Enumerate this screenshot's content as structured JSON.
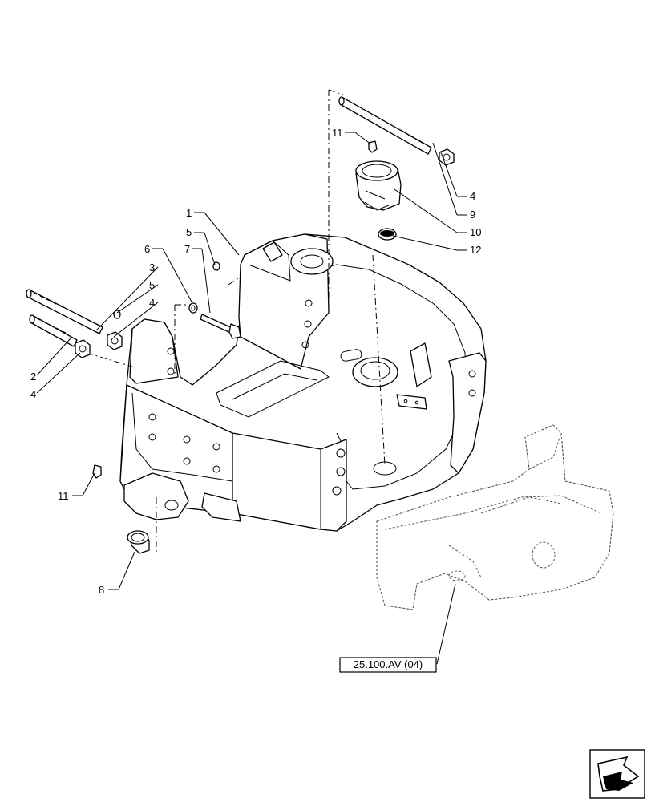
{
  "callouts": [
    {
      "id": "c1",
      "text": "1"
    },
    {
      "id": "c2",
      "text": "2"
    },
    {
      "id": "c3",
      "text": "3"
    },
    {
      "id": "c4a",
      "text": "4"
    },
    {
      "id": "c4b",
      "text": "4"
    },
    {
      "id": "c4c",
      "text": "4"
    },
    {
      "id": "c5a",
      "text": "5"
    },
    {
      "id": "c5b",
      "text": "5"
    },
    {
      "id": "c6",
      "text": "6"
    },
    {
      "id": "c7",
      "text": "7"
    },
    {
      "id": "c8",
      "text": "8"
    },
    {
      "id": "c9",
      "text": "9"
    },
    {
      "id": "c10",
      "text": "10"
    },
    {
      "id": "c11a",
      "text": "11"
    },
    {
      "id": "c11b",
      "text": "11"
    },
    {
      "id": "c12",
      "text": "12"
    }
  ],
  "reference": {
    "text": "25.100.AV (04)"
  },
  "nav_icon": "arrow-navigation-icon"
}
